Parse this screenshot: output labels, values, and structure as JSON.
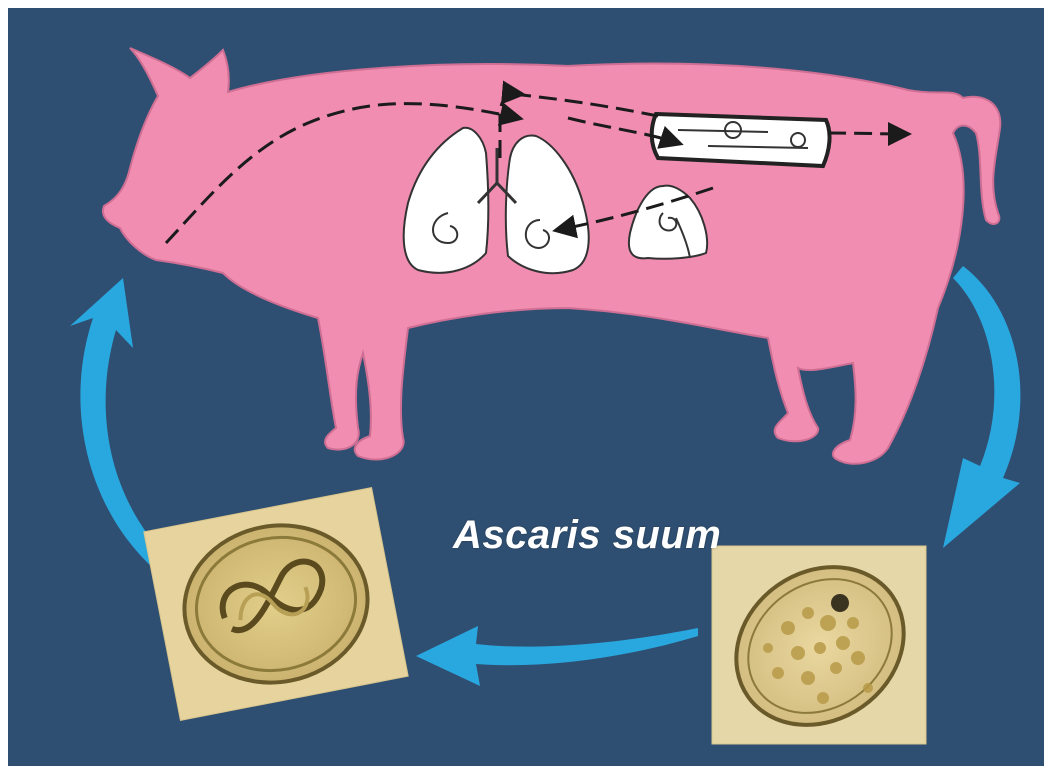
{
  "diagram": {
    "caption": "Ascaris suum",
    "colors": {
      "background": "#2f4f72",
      "pig": "#f08db0",
      "arrow": "#29a8e0",
      "organ": "#ffffff",
      "path": "#1b1b1b"
    },
    "elements": {
      "host": "pig",
      "organs": [
        "lungs",
        "liver",
        "small-intestine"
      ],
      "eggs": [
        "embryonated-egg-with-larva",
        "unembryonated-egg"
      ],
      "cycle_arrows": [
        "pig-to-environment",
        "egg-development",
        "ingestion"
      ]
    }
  }
}
